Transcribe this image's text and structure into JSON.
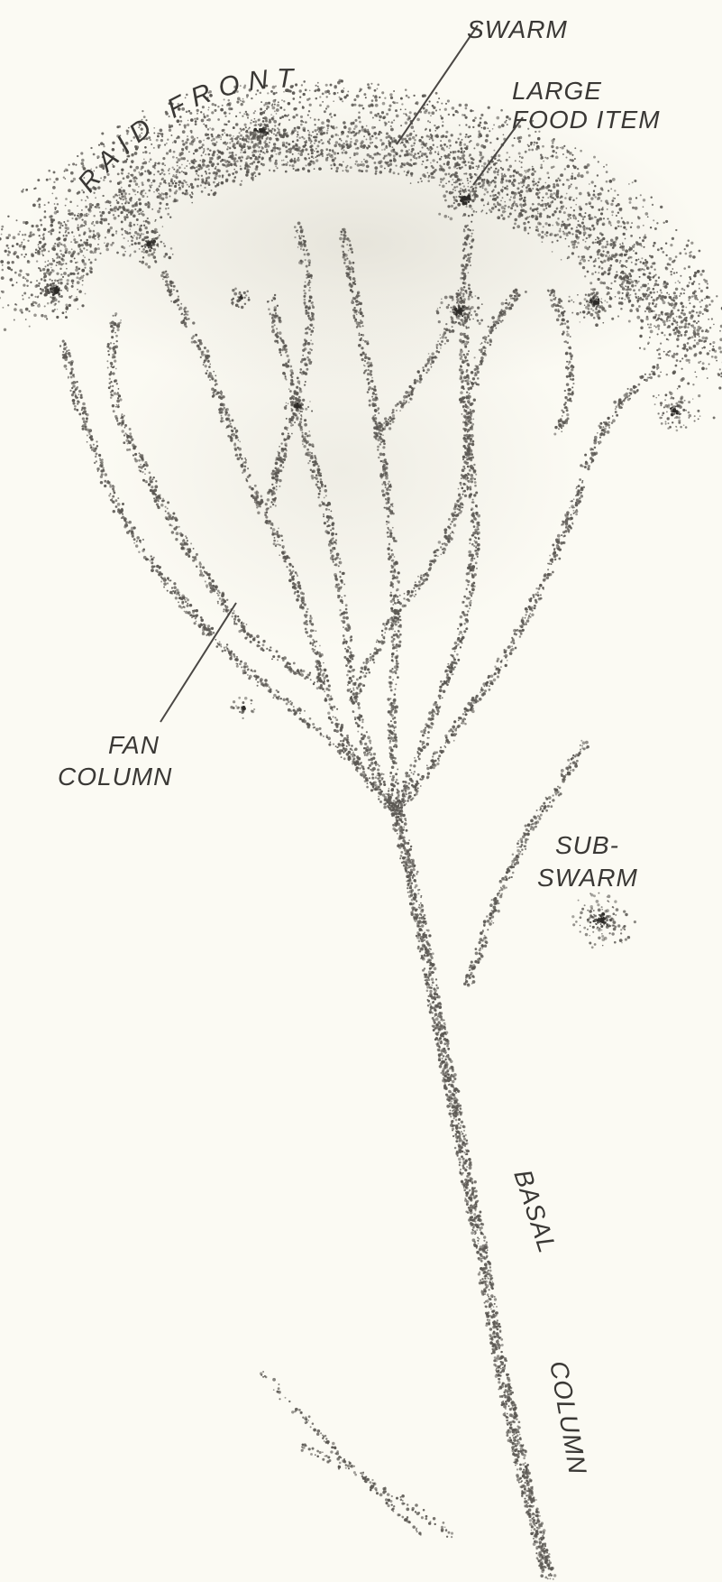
{
  "labels": {
    "raid_front": "RAID FRONT",
    "swarm": "SWARM",
    "large_food_item_1": "LARGE",
    "large_food_item_2": "FOOD ITEM",
    "fan_column_1": "FAN",
    "fan_column_2": "COLUMN",
    "subswarm_1": "SUB-",
    "subswarm_2": "SWARM",
    "basal": "BASAL",
    "column": "COLUMN"
  },
  "colors": {
    "background": "#fbfaf3",
    "ink": "#3a3835",
    "stipple": "#5b5853"
  }
}
